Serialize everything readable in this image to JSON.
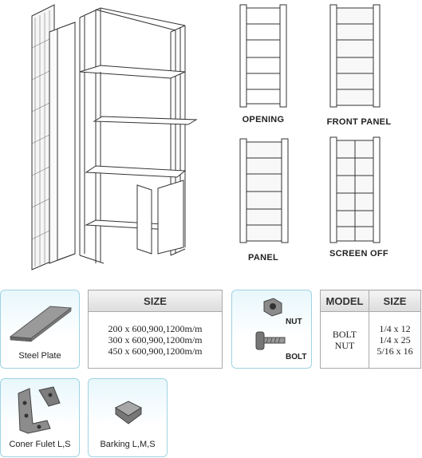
{
  "shelf_types": {
    "opening": "OPENING",
    "front_panel": "FRONT PANEL",
    "panel": "PANEL",
    "screen_off": "SCREEN OFF"
  },
  "components": {
    "steel_plate": "Steel Plate",
    "coner_fulet": "Coner Fulet L,S",
    "barking": "Barking L,M,S"
  },
  "size_table": {
    "header": "SIZE",
    "rows": [
      "200 x 600,900,1200m/m",
      "300 x 600,900,1200m/m",
      "450 x 600,900,1200m/m"
    ]
  },
  "hardware": {
    "nut_label": "NUT",
    "bolt_label": "BOLT"
  },
  "model_table": {
    "model_header": "MODEL",
    "size_header": "SIZE",
    "models": [
      "BOLT",
      "NUT"
    ],
    "sizes": [
      "1/4 x 12",
      "1/4 x 25",
      "5/16 x 16"
    ]
  },
  "colors": {
    "card_border": "#9fd3e3",
    "card_bg": "#e8f7fc",
    "table_header_bg": "#dcdcdc",
    "line": "#333333"
  }
}
